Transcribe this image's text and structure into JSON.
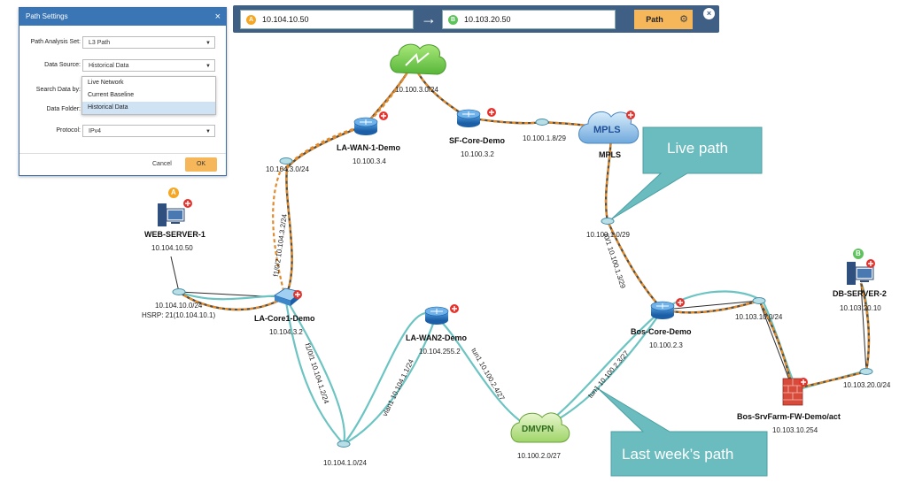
{
  "path_bar": {
    "source_badge": "A",
    "source_ip": "10.104.10.50",
    "dest_badge": "B",
    "dest_ip": "10.103.20.50",
    "path_button": "Path"
  },
  "dialog": {
    "title": "Path Settings",
    "fields": {
      "path_analysis_set": {
        "label": "Path Analysis Set:",
        "value": "L3 Path"
      },
      "data_source": {
        "label": "Data Source:",
        "value": "Historical Data"
      },
      "search_data_by": {
        "label": "Search Data by:"
      },
      "data_folder": {
        "label": "Data Folder:"
      },
      "protocol": {
        "label": "Protocol:",
        "value": "IPv4"
      }
    },
    "dropdown_options": [
      "Live Network",
      "Current Baseline",
      "Historical Data"
    ],
    "selected_option": "Historical Data",
    "cancel": "Cancel",
    "ok": "OK"
  },
  "devices": {
    "web_server": {
      "name": "WEB-SERVER-1",
      "ip": "10.104.10.50",
      "badge": "A"
    },
    "db_server": {
      "name": "DB-SERVER-2",
      "ip": "10.103.20.10",
      "badge": "B"
    },
    "la_wan1": {
      "name": "LA-WAN-1-Demo",
      "ip": "10.100.3.4"
    },
    "sf_core": {
      "name": "SF-Core-Demo",
      "ip": "10.100.3.2"
    },
    "mpls": {
      "name": "MPLS",
      "cloud_label": "MPLS"
    },
    "la_core1": {
      "name": "LA-Core1-Demo",
      "ip": "10.104.3.2"
    },
    "la_wan2": {
      "name": "LA-WAN2-Demo",
      "ip": "10.104.255.2"
    },
    "bos_core": {
      "name": "Bos-Core-Demo",
      "ip": "10.100.2.3"
    },
    "dmvpn": {
      "name": "DMVPN",
      "ip": "10.100.2.0/27"
    },
    "bos_fw": {
      "name": "Bos-SrvFarm-FW-Demo/act",
      "ip": "10.103.10.254"
    }
  },
  "subnets": {
    "s_100_3_0": "10.100.3.0/24",
    "s_100_1_8": "10.100.1.8/29",
    "s_104_3_0": "10.104.3.0/24",
    "s_100_1_0": "10.100.1.0/29",
    "s_104_10_0": "10.104.10.0/24",
    "hsrp": "HSRP: 21(10.104.10.1)",
    "s_103_10_0": "10.103.10.0/24",
    "s_103_20_0": "10.103.20.0/24",
    "s_104_1_0": "10.104.1.0/24"
  },
  "interfaces": {
    "f1_0_2": "f1/0/2 10.104.3.2/24",
    "f0_1": "f0/1 10.100.1.3/29",
    "f1_0_1": "f1/0/1 10.104.1.2/24",
    "vlan1": "vlan1 10.104.1.1/24",
    "tun1_a": "tun1 10.100.2.4/27",
    "tun1_b": "tun1 10.100.2.3/27"
  },
  "callouts": {
    "live": "Live path",
    "last_week": "Last week’s path"
  },
  "colors": {
    "live_path": "#d9822b",
    "last_week_path": "#6cc4c2",
    "callout": "#6bbcbf",
    "accent": "#f5b75a",
    "panel": "#3f5f85"
  }
}
